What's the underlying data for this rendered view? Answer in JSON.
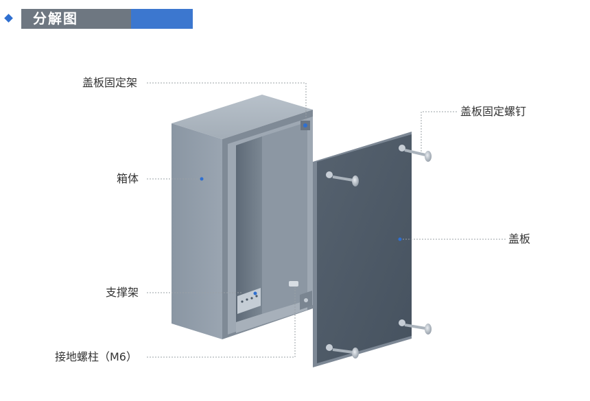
{
  "header": {
    "title": "分解图",
    "accent_color": "#3c77cf",
    "title_bg_color": "#6e7781"
  },
  "labels": {
    "cover_bracket": "盖板固定架",
    "box_body": "箱体",
    "support_frame": "支撑架",
    "ground_stud": "接地螺柱（M6）",
    "cover_screw": "盖板固定螺钉",
    "cover": "盖板"
  },
  "colors": {
    "box_front": "#8f9aa6",
    "box_side": "#7d8894",
    "cover_face": "#4b5866",
    "leader_line": "#9aa0a6",
    "dot": "#2f6fd0"
  }
}
